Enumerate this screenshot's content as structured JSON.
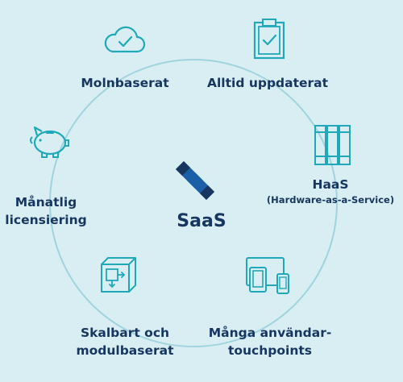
{
  "center": {
    "title": "SaaS",
    "logo_icon": "saas-logo-icon"
  },
  "items": [
    {
      "label": "Molnbaserat",
      "icon": "cloud-check-icon"
    },
    {
      "label": "Alltid uppdaterat",
      "icon": "clipboard-check-icon"
    },
    {
      "label": "HaaS",
      "sublabel": "(Hardware-as-a-Service)",
      "icon": "server-racks-icon"
    },
    {
      "label": "Många användar-\ntouchpoints",
      "icon": "devices-icon"
    },
    {
      "label": "Skalbart och\nmodulbaserat",
      "icon": "scalable-box-icon"
    },
    {
      "label": "Månatlig\nlicensiering",
      "icon": "piggy-bank-icon"
    }
  ],
  "colors": {
    "background": "#d9eef3",
    "text": "#17365f",
    "icon": "#1fa8b8",
    "ring": "#9fd4df",
    "logo": "#1b5fa6"
  }
}
